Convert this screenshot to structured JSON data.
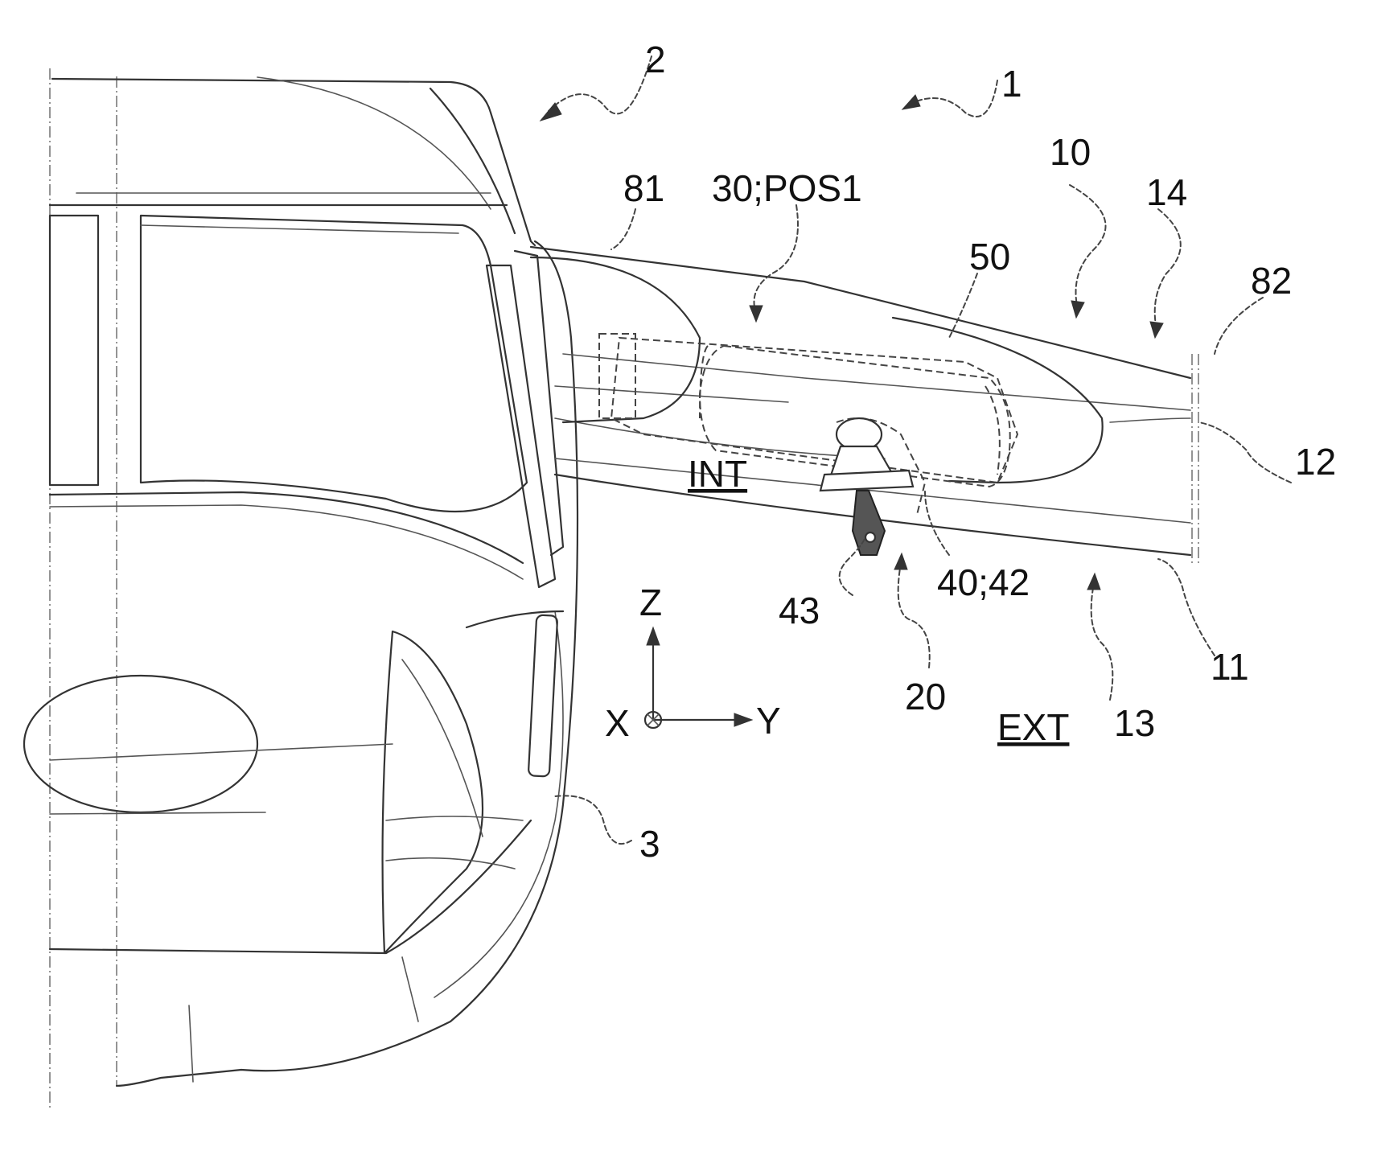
{
  "labels": {
    "ref_2": "2",
    "ref_1": "1",
    "ref_10": "10",
    "ref_14": "14",
    "ref_81": "81",
    "ref_30_pos1": "30;POS1",
    "ref_50": "50",
    "ref_82": "82",
    "ref_12": "12",
    "ref_int": "INT",
    "ref_43": "43",
    "ref_40_42": "40;42",
    "ref_20": "20",
    "ref_11": "11",
    "ref_13": "13",
    "ref_ext": "EXT",
    "ref_3": "3",
    "axis_z": "Z",
    "axis_x": "X",
    "axis_y": "Y"
  },
  "colors": {
    "line": "#333333",
    "background": "#ffffff"
  }
}
